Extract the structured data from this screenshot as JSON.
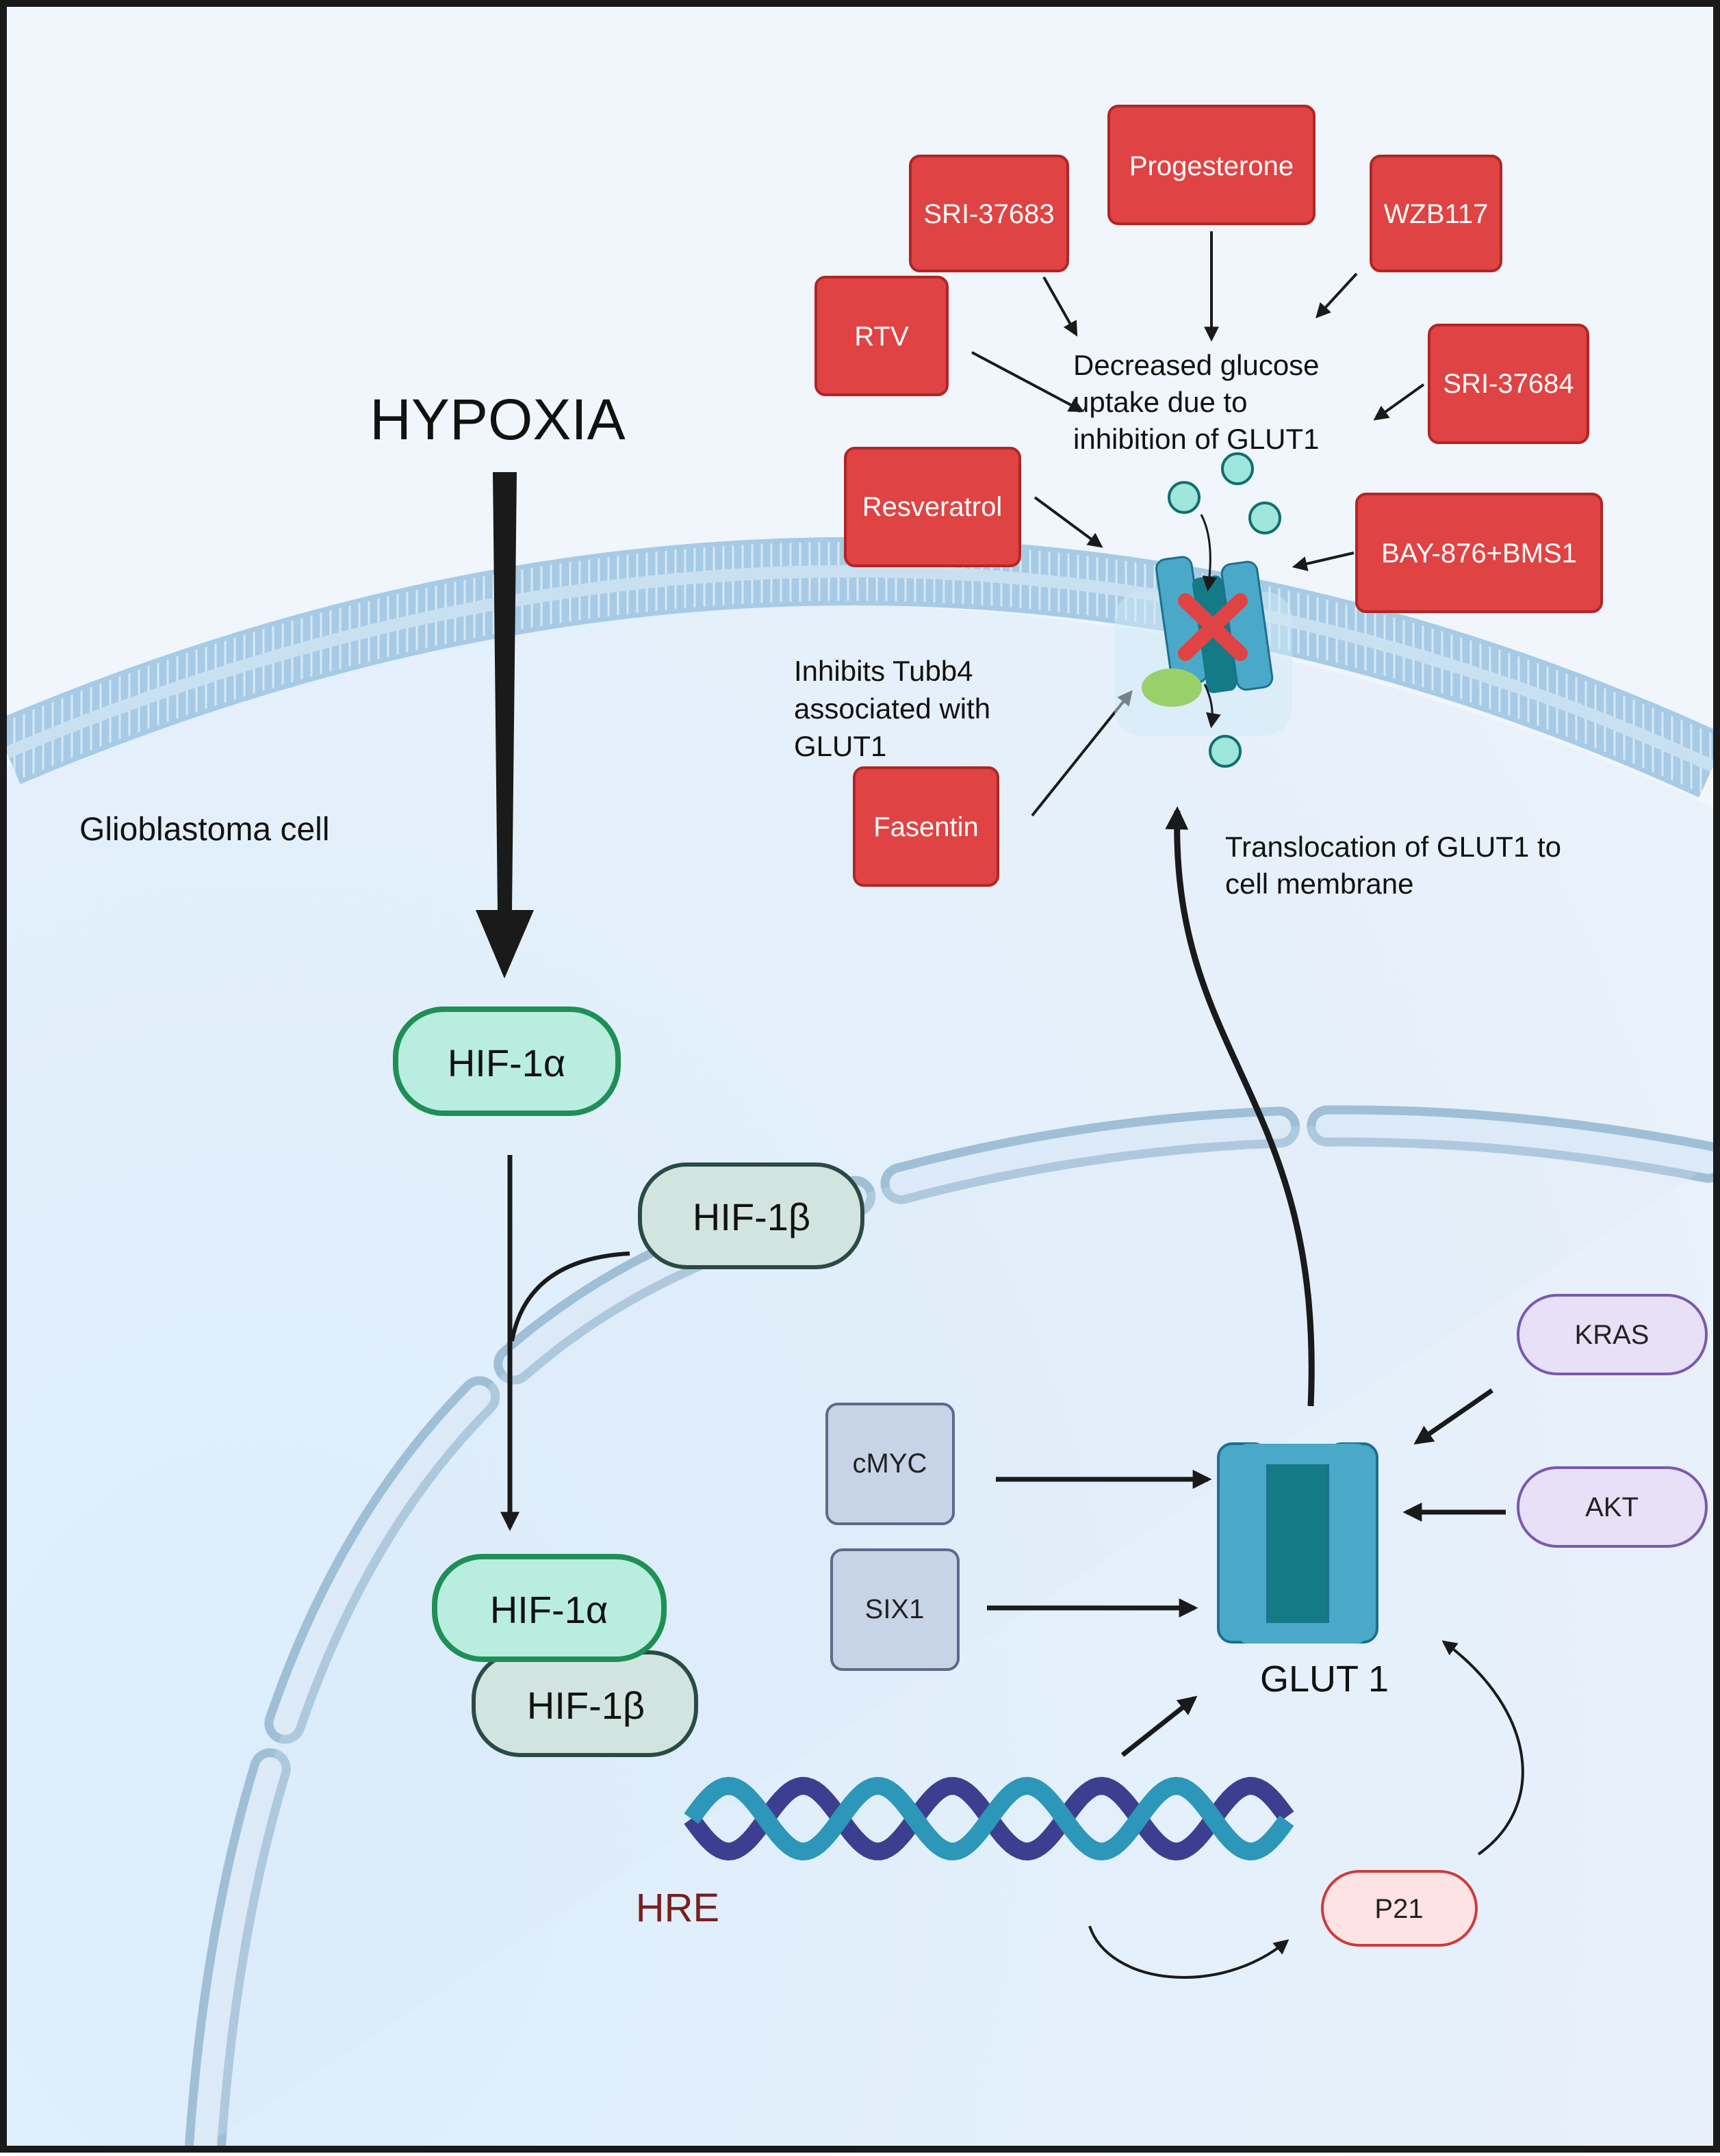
{
  "colors": {
    "background": "#e6f0fb",
    "frame": "#1a1a1a",
    "membrane": "#b9d6ec",
    "nuclear_envelope": "#a9c7dc",
    "drug_box": "#e04343",
    "drug_box_stroke": "#b02626",
    "hif1a_fill": "#b9ede0",
    "hif1a_stroke": "#1f8f56",
    "hif1b_fill": "#d2e4df",
    "hif1b_stroke": "#2a4b44",
    "reg_fill": "#c7d3e6",
    "reg_stroke": "#5a6a8a",
    "kinase_fill": "#e7e0f6",
    "kinase_stroke": "#7a58b0",
    "p21_fill": "#fde3e3",
    "p21_stroke": "#d03a3a",
    "glut1": "#4aa9c8",
    "glut1_dark": "#137a86",
    "glucose": "#9ee6dc",
    "dna_strand_a": "#3c3f8f",
    "dna_strand_b": "#2c97b8",
    "hre_text": "#7a1e1e",
    "block_x": "#e04343",
    "tubb4": "#9ad06a"
  },
  "icons": {
    "glut1_transporter": "glut1-transporter-icon",
    "glut1_membrane": "glut1-membrane-icon",
    "glucose": "glucose-icon",
    "inhibition": "red-x-icon",
    "dna": "dna-helix-icon",
    "tubb4": "tubb4-icon"
  },
  "labels": {
    "hypoxia": "HYPOXIA",
    "cell": "Glioblastoma cell",
    "decreased_glucose": [
      "Decreased glucose",
      "uptake due to",
      "inhibition of GLUT1"
    ],
    "inhibits_tubb4": [
      "Inhibits Tubb4",
      "associated with",
      "GLUT1"
    ],
    "translocation": [
      "Translocation of GLUT1 to",
      "cell membrane"
    ],
    "glut1": "GLUT 1",
    "hre": "HRE"
  },
  "drugs": {
    "sri37683": "SRI-37683",
    "progesterone": "Progesterone",
    "wzb117": "WZB117",
    "rtv": "RTV",
    "sri37684": "SRI-37684",
    "resveratrol": "Resveratrol",
    "bay876": "BAY-876+BMS1",
    "fasentin": "Fasentin"
  },
  "proteins": {
    "hif1a": "HIF-1α",
    "hif1b": "HIF-1β",
    "complex_a": "HIF-1α",
    "complex_b": "HIF-1β",
    "cmyc": "cMYC",
    "six1": "SIX1",
    "kras": "KRAS",
    "akt": "AKT",
    "p21": "P21"
  }
}
